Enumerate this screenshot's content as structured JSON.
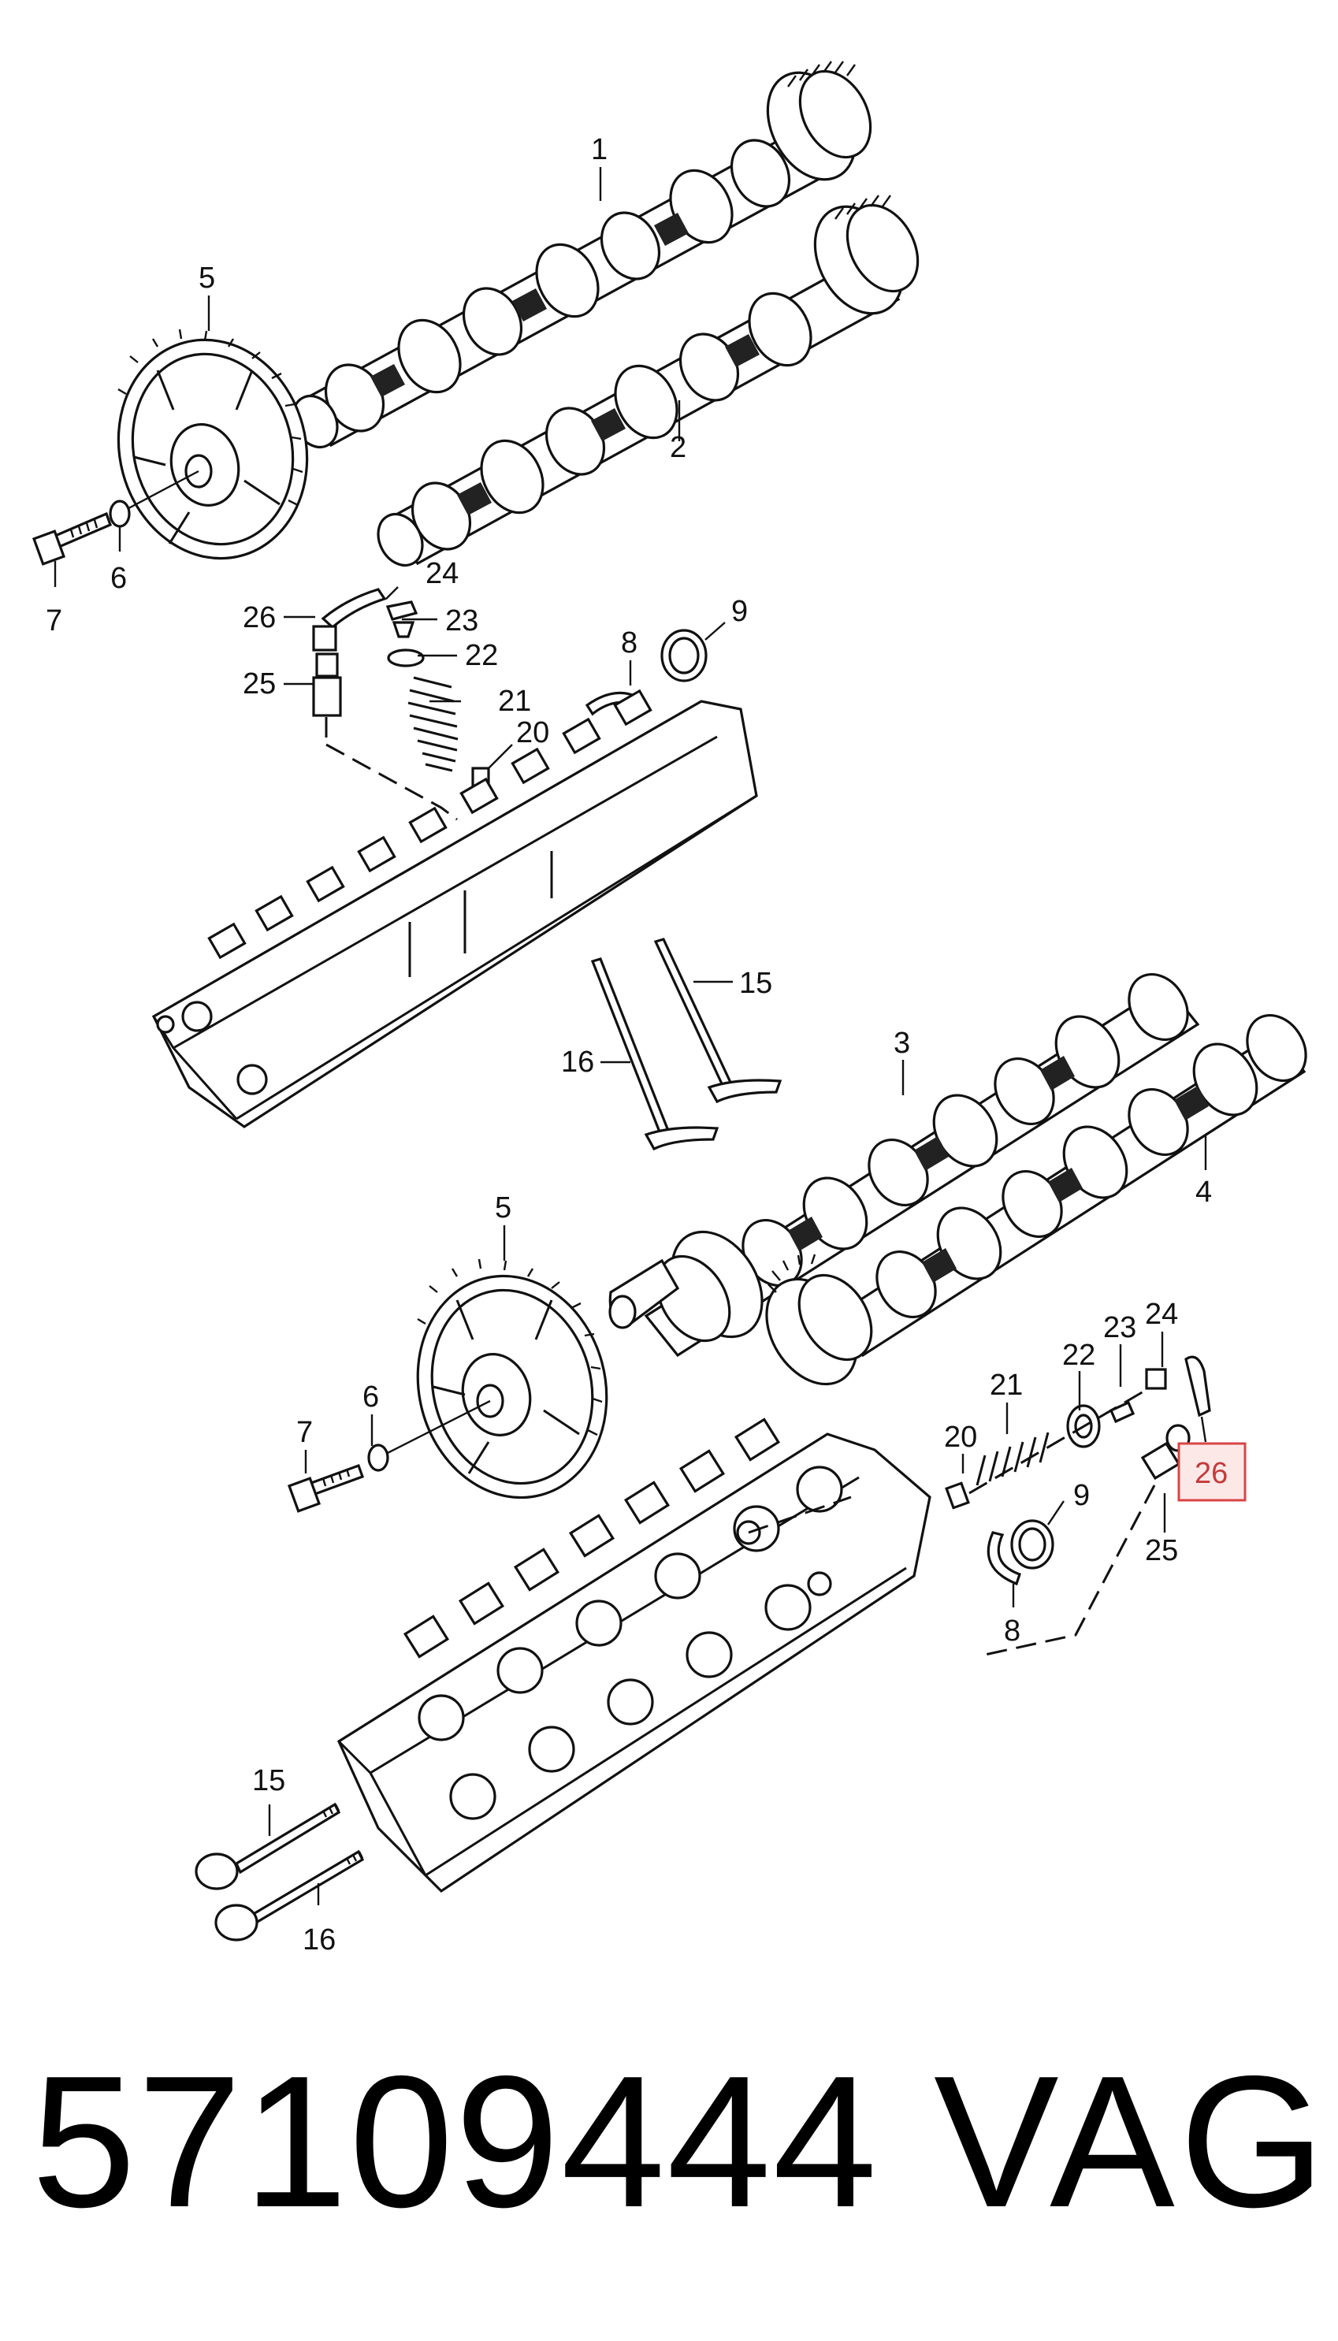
{
  "callouts": {
    "c1": "1",
    "c2": "2",
    "c3": "3",
    "c4": "4",
    "c5_top": "5",
    "c5_bottom": "5",
    "c6_top": "6",
    "c6_bottom": "6",
    "c7_top": "7",
    "c7_bottom": "7",
    "c8_top": "8",
    "c8_bottom": "8",
    "c9_top": "9",
    "c9_bottom": "9",
    "c15_top": "15",
    "c15_bottom": "15",
    "c16_top": "16",
    "c16_bottom": "16",
    "c20_top": "20",
    "c20_bottom": "20",
    "c21_top": "21",
    "c21_bottom": "21",
    "c22_top": "22",
    "c22_bottom": "22",
    "c23_top": "23",
    "c23_bottom": "23",
    "c24_top": "24",
    "c24_bottom": "24",
    "c25_top": "25",
    "c25_bottom": "25",
    "c26_top": "26",
    "c26_highlighted": "26"
  },
  "highlight": {
    "color": "#d94545",
    "fill": "#fde8e8"
  },
  "footer": {
    "part_number": "57109444",
    "brand": "VAG"
  }
}
